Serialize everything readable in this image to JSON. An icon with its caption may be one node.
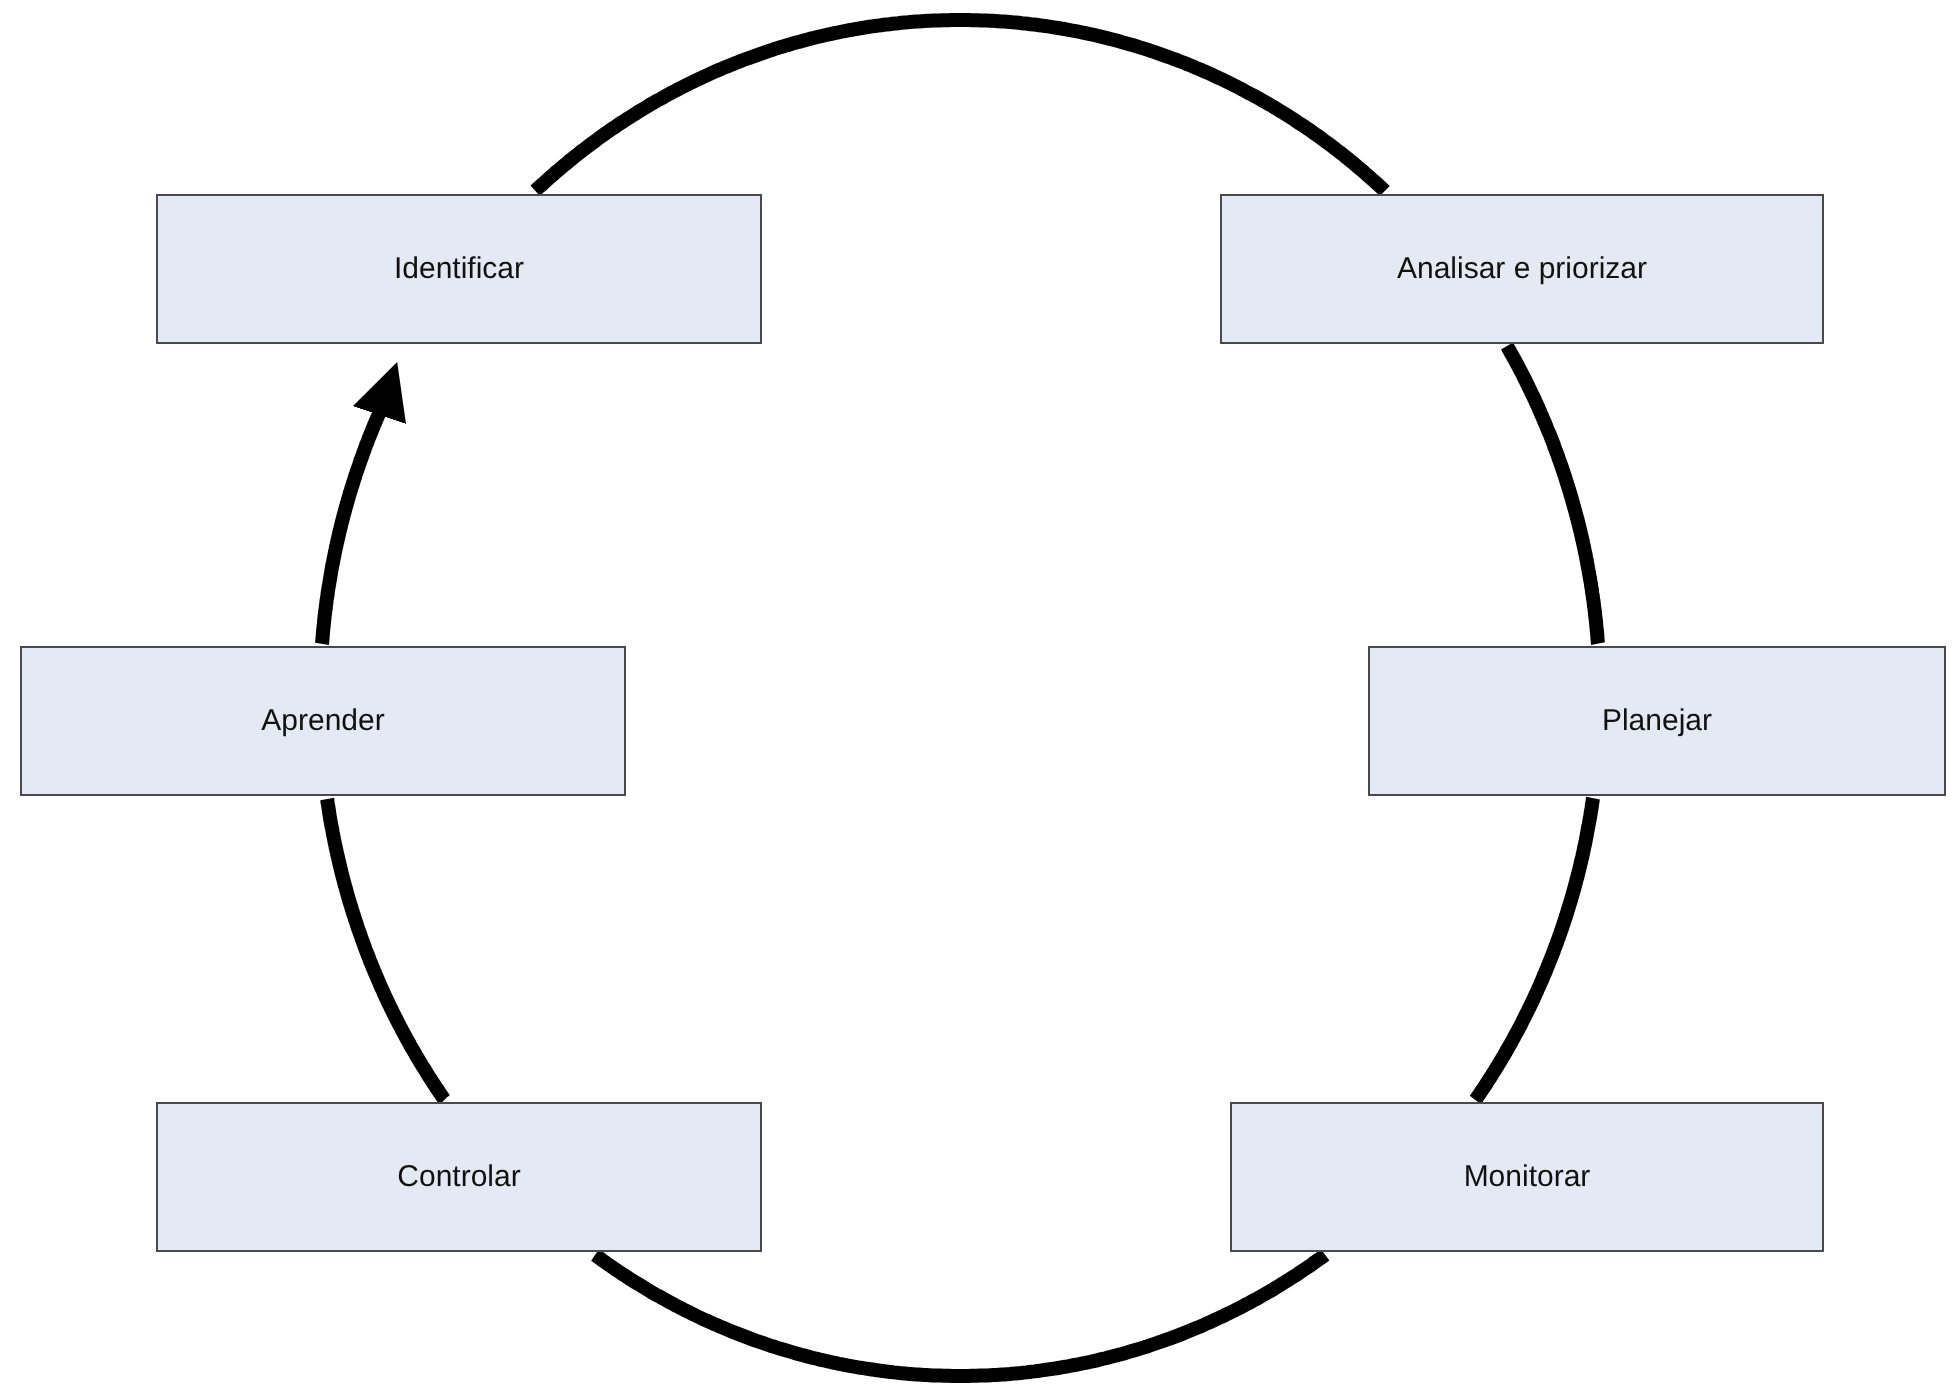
{
  "diagram": {
    "nodes": [
      {
        "text": [
          "Identificar"
        ]
      },
      {
        "text": [
          "Analisar e priorizar"
        ]
      },
      {
        "text": [
          "Aprender"
        ]
      },
      {
        "text": [
          "Planejar"
        ]
      },
      {
        "text": [
          "Controlar"
        ]
      },
      {
        "text": [
          "Monitorar"
        ]
      }
    ],
    "edges": [
      {
        "from": 0,
        "to": 1,
        "arrow": "none"
      },
      {
        "from": 1,
        "to": 3,
        "arrow": "none"
      },
      {
        "from": 3,
        "to": 5,
        "arrow": "none"
      },
      {
        "from": 5,
        "to": 4,
        "arrow": "none"
      },
      {
        "from": 4,
        "to": 2,
        "arrow": "none"
      },
      {
        "from": 2,
        "to": 0,
        "arrow": "to"
      }
    ]
  }
}
